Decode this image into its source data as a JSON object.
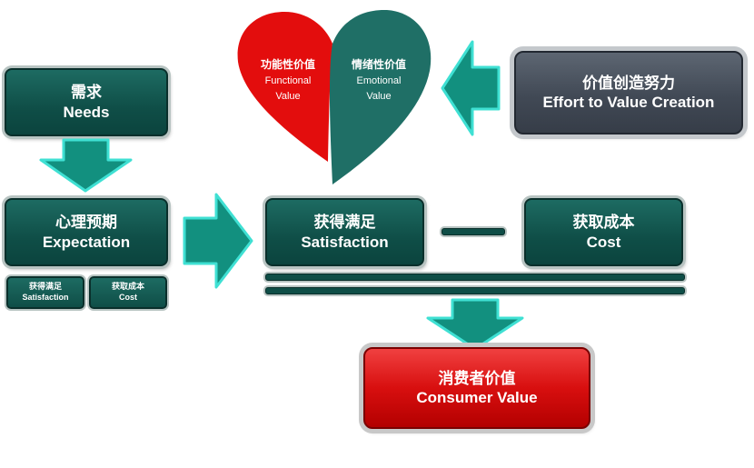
{
  "needs": {
    "zh": "需求",
    "en": "Needs"
  },
  "expectation": {
    "zh": "心理预期",
    "en": "Expectation"
  },
  "small_satisfaction": {
    "zh": "获得满足",
    "en": "Satisfaction"
  },
  "small_cost": {
    "zh": "获取成本",
    "en": "Cost"
  },
  "satisfaction": {
    "zh": "获得满足",
    "en": "Satisfaction"
  },
  "cost": {
    "zh": "获取成本",
    "en": "Cost"
  },
  "effort": {
    "zh": "价值创造努力",
    "en": "Effort to Value Creation"
  },
  "consumer_value": {
    "zh": "消费者价值",
    "en": "Consumer Value"
  },
  "heart": {
    "functional": {
      "zh": "功能性价值",
      "en1": "Functional",
      "en2": "Value"
    },
    "emotional": {
      "zh": "情绪性价值",
      "en1": "Emotional",
      "en2": "Value"
    }
  },
  "colors": {
    "teal": "#0f4e47",
    "gray": "#414955",
    "red": "#e01010",
    "arrow": "#13978a"
  }
}
